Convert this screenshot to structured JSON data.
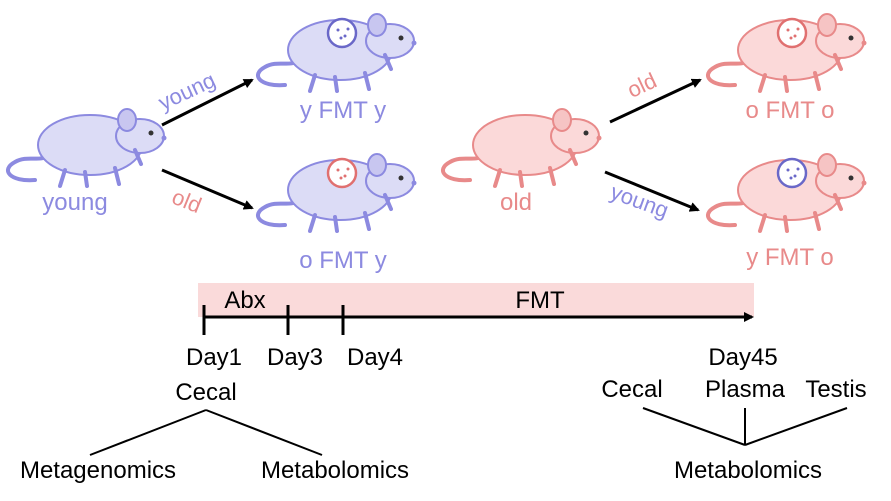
{
  "colors": {
    "young": "#8c8ae0",
    "old": "#e88a8a",
    "young_body": "#dcdcf6",
    "old_body": "#fbd9d9",
    "dot_young": "#6a68c8",
    "dot_old": "#e07070",
    "bar": "#fadada",
    "ink": "#000000"
  },
  "left_group": {
    "donor_label": "young",
    "top_arrow_label": "young",
    "bottom_arrow_label": "old",
    "top_result": "y FMT y",
    "bottom_result": "o FMT y"
  },
  "right_group": {
    "donor_label": "old",
    "top_arrow_label": "old",
    "bottom_arrow_label": "young",
    "top_result": "o FMT o",
    "bottom_result": "y FMT o"
  },
  "timeline": {
    "abx_label": "Abx",
    "fmt_label": "FMT",
    "day1": "Day1",
    "day3": "Day3",
    "day4": "Day4",
    "day45": "Day45"
  },
  "sampling": {
    "left_sample": "Cecal",
    "left_outputs": [
      "Metagenomics",
      "Metabolomics"
    ],
    "right_samples": [
      "Cecal",
      "Plasma",
      "Testis"
    ],
    "right_output": "Metabolomics"
  }
}
